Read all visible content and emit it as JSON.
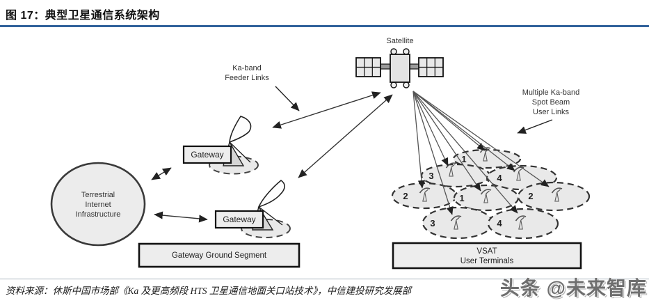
{
  "header": {
    "figure_label": "图 17：典型卫星通信系统架构"
  },
  "colors": {
    "accent_blue": "#31629b",
    "box_fill": "#ebebeb",
    "beam_fill": "#e9e9e9",
    "line_color": "#444444"
  },
  "diagram": {
    "satellite_label": "Satellite",
    "feeder_links": {
      "line1": "Ka-band",
      "line2": "Feeder Links"
    },
    "user_links": {
      "line1": "Multiple Ka-band",
      "line2": "Spot Beam",
      "line3": "User Links"
    },
    "terrestrial": {
      "line1": "Terrestrial",
      "line2": "Internet",
      "line3": "Infrastructure"
    },
    "gateway1_label": "Gateway",
    "gateway2_label": "Gateway",
    "gateway_segment_label": "Gateway Ground Segment",
    "vsat": {
      "line1": "VSAT",
      "line2": "User Terminals"
    },
    "beam_numbers": [
      "1",
      "3",
      "4",
      "2",
      "1",
      "2",
      "3",
      "4"
    ]
  },
  "footer": {
    "source": "资料来源：休斯中国市场部《Ka 及更高频段 HTS 卫星通信地面关口站技术》，中信建投研究发展部",
    "watermark": "头条 @未来智库"
  }
}
